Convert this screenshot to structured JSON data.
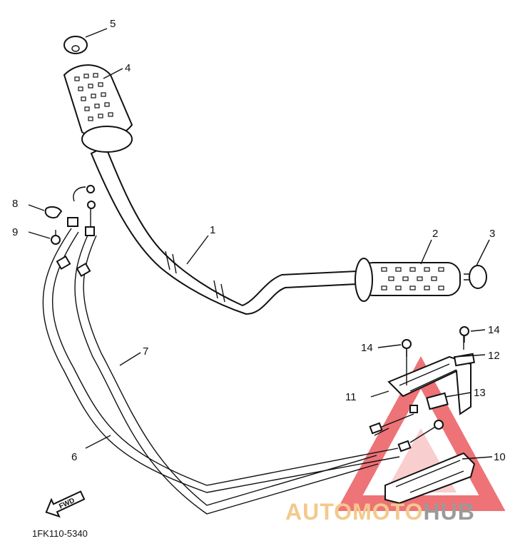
{
  "diagram_code": "1FK110-5340",
  "direction_label": "FWD",
  "watermark": {
    "part1": "AUTOMOTO",
    "part2": "HUB",
    "color1": "#f4c98c",
    "color2": "#9a9a9a",
    "triangle_color": "#e8454a"
  },
  "callouts": [
    {
      "id": "1",
      "label": "1"
    },
    {
      "id": "2",
      "label": "2"
    },
    {
      "id": "3",
      "label": "3"
    },
    {
      "id": "4",
      "label": "4"
    },
    {
      "id": "5",
      "label": "5"
    },
    {
      "id": "6",
      "label": "6"
    },
    {
      "id": "7",
      "label": "7"
    },
    {
      "id": "8",
      "label": "8"
    },
    {
      "id": "9",
      "label": "9"
    },
    {
      "id": "10",
      "label": "10"
    },
    {
      "id": "11",
      "label": "11"
    },
    {
      "id": "12",
      "label": "12"
    },
    {
      "id": "13",
      "label": "13"
    },
    {
      "id": "14a",
      "label": "14"
    },
    {
      "id": "14b",
      "label": "14"
    }
  ]
}
